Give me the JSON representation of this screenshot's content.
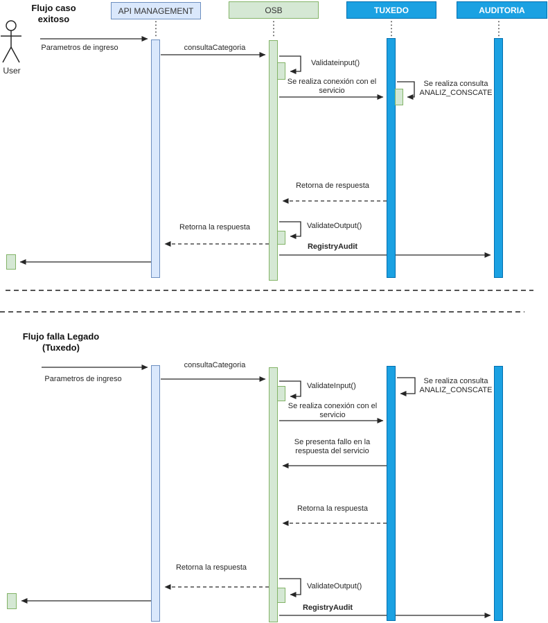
{
  "colors": {
    "participant_primary_fill": "#1ba1e2",
    "participant_primary_border": "#006eaf",
    "participant_secondary_fill": "#dae8fc",
    "participant_secondary_border": "#6c8ebf",
    "osb_fill": "#d5e8d4",
    "osb_border": "#82b366",
    "line_color": "#262626"
  },
  "user": {
    "label": "User"
  },
  "participants": [
    {
      "label": "API MANAGEMENT"
    },
    {
      "label": "OSB"
    },
    {
      "label": "TUXEDO"
    },
    {
      "label": "AUDITORIA"
    }
  ],
  "flow1": {
    "title": "Flujo caso exitoso",
    "parametros": "Parametros de ingreso",
    "consulta_categoria": "consultaCategoria",
    "validate_input": "Validateinput()",
    "conexion_servicio": "Se realiza conexión con el servicio",
    "consulta_analiz": "Se realiza consulta ANALIZ_CONSCATE",
    "retorna_respuesta": "Retorna de respuesta",
    "validate_output": "ValidateOutput()",
    "retorna_la_respuesta": "Retorna la respuesta",
    "registry_audit": "RegistryAudit"
  },
  "flow2": {
    "title": "Flujo falla Legado (Tuxedo)",
    "parametros": "Parametros de ingreso",
    "consulta_categoria": "consultaCategoria",
    "validate_input": "ValidateInput()",
    "consulta_analiz": "Se realiza consulta ANALIZ_CONSCATE",
    "conexion_servicio": "Se realiza conexión con el servicio",
    "fallo_servicio": "Se presenta fallo en la respuesta del servicio",
    "retorna_respuesta_osb": "Retorna la respuesta",
    "retorna_respuesta_api": "Retorna la respuesta",
    "validate_output": "ValidateOutput()",
    "registry_audit": "RegistryAudit"
  }
}
